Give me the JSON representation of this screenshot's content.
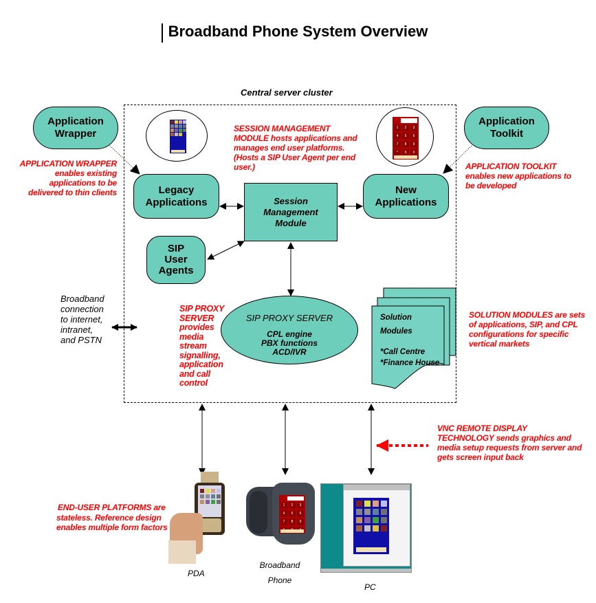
{
  "title": "Broadband Phone System Overview",
  "cluster_label": "Central server cluster",
  "nodes": {
    "application_wrapper": {
      "line1": "Application",
      "line2": "Wrapper"
    },
    "application_toolkit": {
      "line1": "Application",
      "line2": "Toolkit"
    },
    "legacy_applications": {
      "line1": "Legacy",
      "line2": "Applications"
    },
    "new_applications": {
      "line1": "New",
      "line2": "Applications"
    },
    "session_management_module": {
      "line1": "Session",
      "line2": "Management",
      "line3": "Module"
    },
    "sip_user_agents": {
      "line1": "SIP",
      "line2": "User",
      "line3": "Agents"
    },
    "sip_proxy_server": {
      "heading": "SIP PROXY SERVER",
      "line1": "CPL engine",
      "line2": "PBX functions",
      "line3": "ACD/IVR"
    },
    "solution_modules": {
      "line1": "Solution",
      "line2": "Modules",
      "item1": "*Call Centre",
      "item2": "*Finance House"
    }
  },
  "notes": {
    "application_wrapper": {
      "head": "APPLICATION WRAPPER",
      "l1": "enables existing",
      "l2": "applications to be",
      "l3": "delivered to thin clients"
    },
    "session_management": {
      "head": "SESSION MANAGEMENT",
      "l1a": "MODULE",
      "l1b": " hosts applications and",
      "l2": "manages end user platforms.",
      "l3": "(Hosts a SIP User Agent per end",
      "l4": "user.)"
    },
    "application_toolkit": {
      "head": "APPLICATION TOOLKIT",
      "l1": "enables new applications to",
      "l2": "be developed"
    },
    "sip_proxy": {
      "l1": "SIP PROXY",
      "l2": "SERVER",
      "l3": "provides",
      "l4": "media",
      "l5": "stream",
      "l6": "signalling,",
      "l7": "application",
      "l8": "and call",
      "l9": "control"
    },
    "solution_modules": {
      "head": "SOLUTION MODULES",
      "l1b": " are sets",
      "l2": "of applications, SIP, and CPL",
      "l3": "configurations for specific",
      "l4": "vertical markets"
    },
    "vnc": {
      "l1": "VNC REMOTE DISPLAY",
      "l2a": "TECHNOLOGY",
      "l2b": " sends graphics and",
      "l3": "media setup requests from server and",
      "l4": "gets screen input back"
    },
    "end_user": {
      "head": "END-USER PLATFORMS",
      "l1b": " are",
      "l2": "stateless. Reference design",
      "l3": "enables multiple form factors"
    },
    "broadband": {
      "l1": "Broadband",
      "l2": "connection",
      "l3": "to internet,",
      "l4": "intranet,",
      "l5": "and PSTN"
    }
  },
  "devices": {
    "pda": "PDA",
    "phone_l1": "Broadband",
    "phone_l2": "Phone",
    "pc": "PC"
  },
  "keypad": [
    "1",
    "2",
    "3",
    "4",
    "5",
    "6",
    "7",
    "8",
    "9",
    "*",
    "0",
    "#"
  ],
  "colors": {
    "teal": "#5fc8b4",
    "note_red": "#ff0000",
    "keypad_red": "#b40000",
    "app_blue": "#1010a8"
  }
}
